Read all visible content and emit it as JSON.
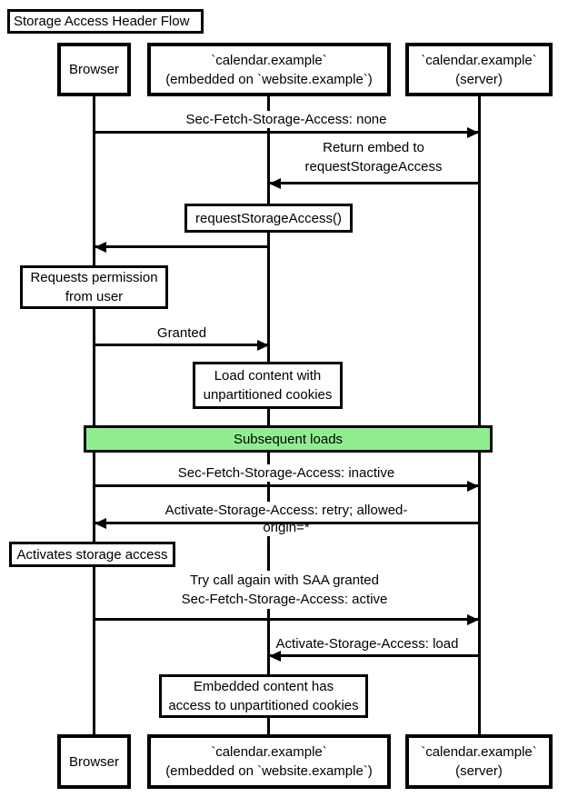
{
  "title": "Storage Access Header Flow",
  "colors": {
    "band_green": "#90EE90",
    "stroke": "#000000",
    "background": "#FFFFFF"
  },
  "participants": {
    "browser": {
      "label": "Browser"
    },
    "embed": {
      "label": "`calendar.example`\n(embedded on `website.example`)"
    },
    "server": {
      "label": "`calendar.example`\n(server)"
    }
  },
  "messages": [
    {
      "label": "Sec-Fetch-Storage-Access: none",
      "from": "browser",
      "to": "server"
    },
    {
      "label": "Return embed to\nrequestStorageAccess",
      "from": "server",
      "to": "embed"
    },
    {
      "label": "",
      "from": "embed",
      "to": "browser"
    },
    {
      "label": "Granted",
      "from": "browser",
      "to": "embed"
    },
    {
      "label": "Sec-Fetch-Storage-Access: inactive",
      "from": "browser",
      "to": "server"
    },
    {
      "label": "Activate-Storage-Access: retry; allowed-origin=*",
      "from": "server",
      "to": "browser"
    },
    {
      "label": "Try call again with SAA granted\nSec-Fetch-Storage-Access: active",
      "from": "browser",
      "to": "server"
    },
    {
      "label": "Activate-Storage-Access: load",
      "from": "server",
      "to": "embed"
    }
  ],
  "notes": [
    {
      "label": "requestStorageAccess()",
      "over": "embed"
    },
    {
      "label": "Requests permission\nfrom user",
      "over": "browser"
    },
    {
      "label": "Load content with\nunpartitioned cookies",
      "over": "embed"
    },
    {
      "label": "Activates storage access",
      "over": "browser"
    },
    {
      "label": "Embedded content has\naccess to unpartitioned cookies",
      "over": "embed"
    }
  ],
  "band": {
    "label": "Subsequent loads"
  }
}
